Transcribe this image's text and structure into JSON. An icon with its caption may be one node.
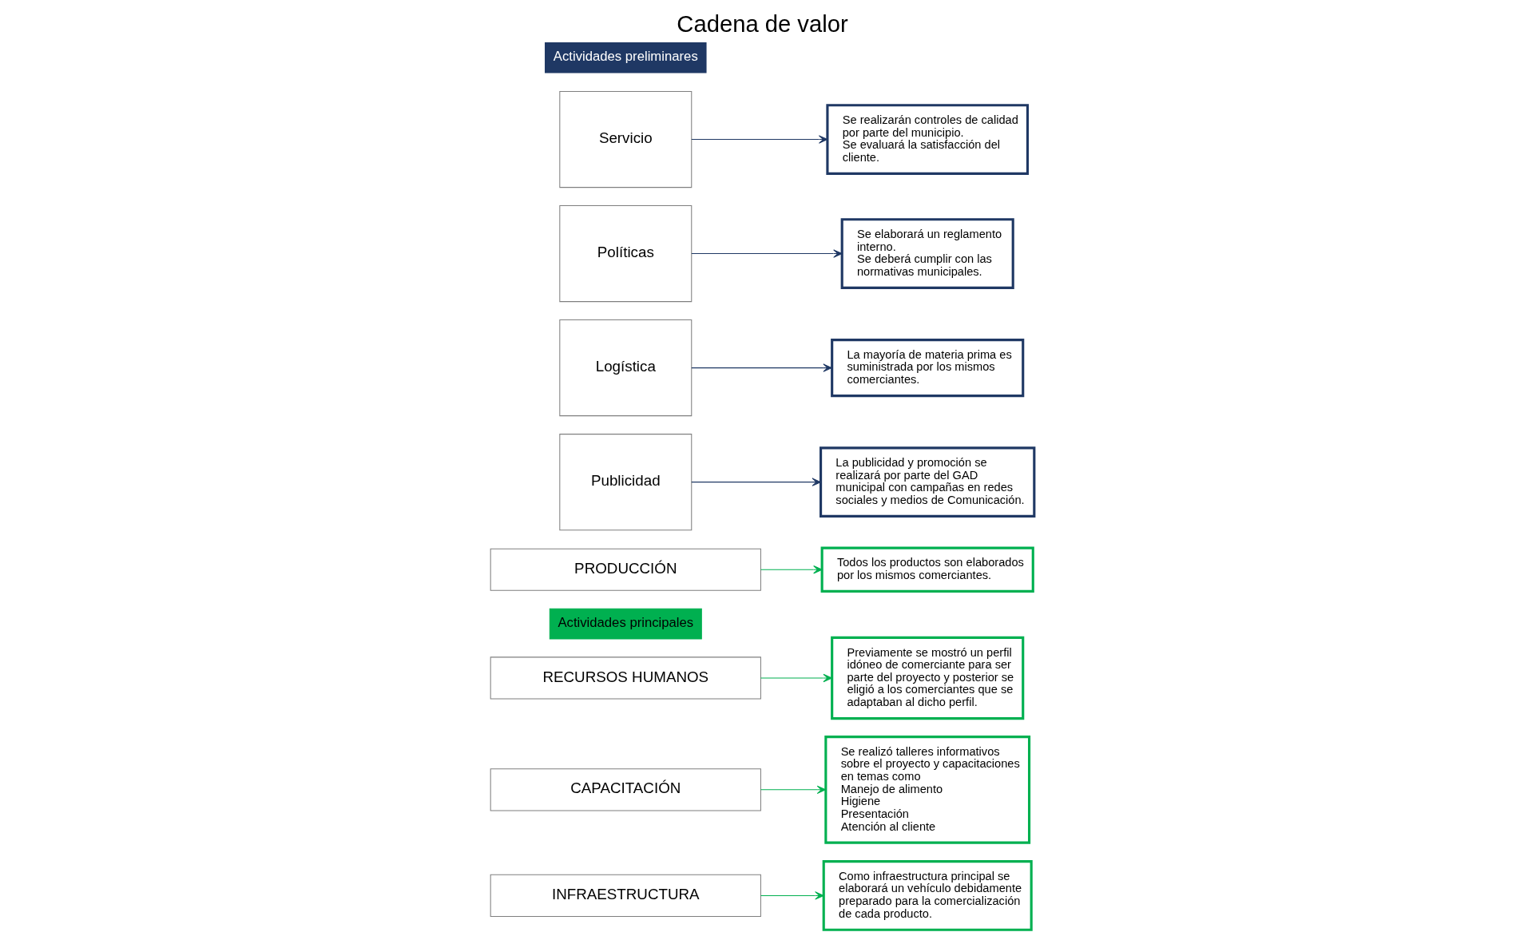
{
  "diagram": {
    "title": "Cadena de valor",
    "nodes": [
      {
        "text": [
          "Como infraestructura principal se elaborará un vehículo debidamente preparado para la comercialización de cada producto."
        ]
      },
      {
        "text": [
          "Se realizó talleres informativos sobre el proyecto y capacitaciones en temas como",
          "Manejo de alimento",
          "Higiene",
          "Presentación",
          "Atención al cliente"
        ]
      },
      {
        "text": [
          "INFRAESTRUCTURA"
        ]
      },
      {
        "text": [
          "Previamente se mostró un perfil idóneo de comerciante para ser parte del proyecto y posterior se eligió a los comerciantes que se adaptaban al dicho perfil."
        ]
      },
      {
        "text": [
          "RECURSOS HUMANOS"
        ]
      },
      {
        "text": [
          "CAPACITACIÓN"
        ]
      },
      {
        "text": [
          "Actividades principales"
        ]
      },
      {
        "text": [
          "Todos los productos son elaborados por los mismos comerciantes."
        ]
      },
      {
        "text": [
          "PRODUCCIÓN"
        ]
      },
      {
        "text": [
          "Publicidad"
        ]
      },
      {
        "text": [
          "Logística"
        ]
      },
      {
        "text": [
          "Políticas"
        ]
      },
      {
        "text": [
          "Servicio"
        ]
      },
      {
        "text": [
          "Actividades preliminares"
        ]
      },
      {
        "text": [
          "Se realizarán controles de calidad por parte del municipio.",
          "Se evaluará la satisfacción del cliente."
        ]
      },
      {
        "text": [
          "La publicidad y promoción se realizará por parte del GAD municipal con campañas en redes sociales y medios de Comunicación."
        ]
      },
      {
        "text": [
          "La mayoría de materia prima es suministrada por los mismos comerciantes."
        ]
      },
      {
        "text": [
          "Se elaborará un reglamento interno.",
          "Se deberá cumplir con las normativas municipales."
        ]
      }
    ],
    "edges": [
      {
        "from": 2,
        "to": 0,
        "arrow": "to"
      },
      {
        "from": 4,
        "to": 3,
        "arrow": "to"
      },
      {
        "from": 5,
        "to": 1,
        "arrow": "to"
      },
      {
        "from": 8,
        "to": 7,
        "arrow": "to"
      },
      {
        "from": 9,
        "to": 15,
        "arrow": "to",
        "color": "#1f3864"
      },
      {
        "from": 10,
        "to": 16,
        "arrow": "to",
        "color": "#1f3864"
      },
      {
        "from": 11,
        "to": 17,
        "arrow": "to",
        "color": "#1f3864"
      },
      {
        "from": 12,
        "to": 14,
        "arrow": "to",
        "color": "#1f3864"
      }
    ]
  }
}
